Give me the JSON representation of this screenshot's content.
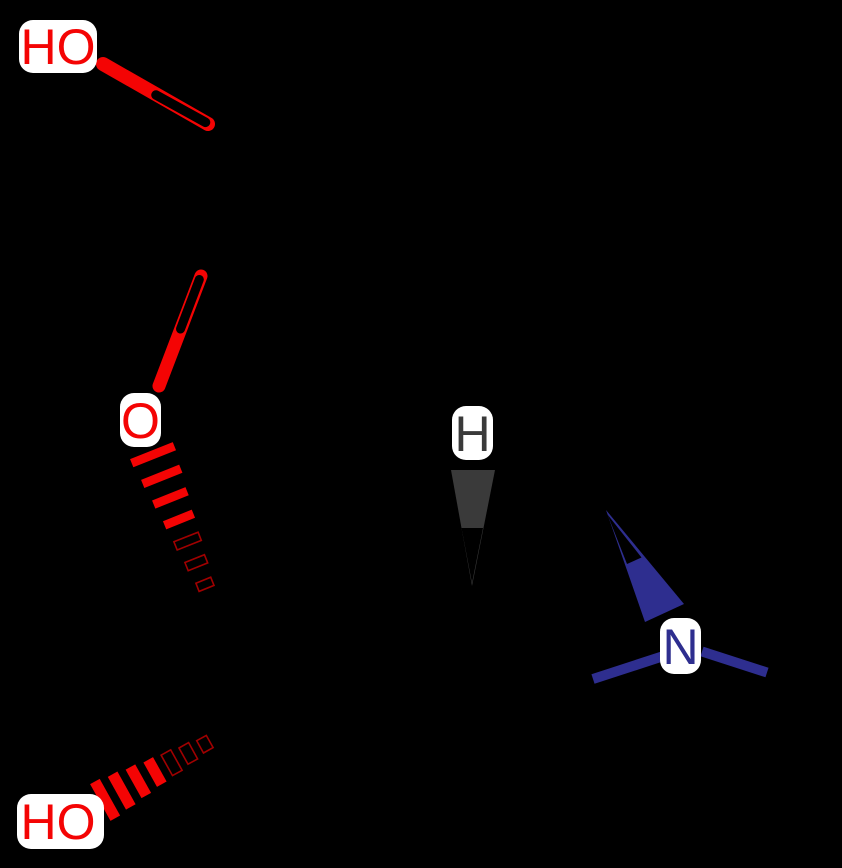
{
  "palette": {
    "background": "#000000",
    "label_bg": "#ffffff",
    "oxygen_red": "#f40404",
    "oxygen_red_dark": "#a00000",
    "nitrogen_blue": "#2e2e8f",
    "hydrogen_gray": "#3a3a3a",
    "bond_black": "#000000"
  },
  "atoms": {
    "hydroxyl_top": {
      "label": "HO"
    },
    "ether_oxygen": {
      "label": "O"
    },
    "stereo_hydrogen": {
      "label": "H"
    },
    "amine_nitrogen": {
      "label": "N"
    },
    "hydroxyl_bottom": {
      "label": "HO"
    }
  }
}
